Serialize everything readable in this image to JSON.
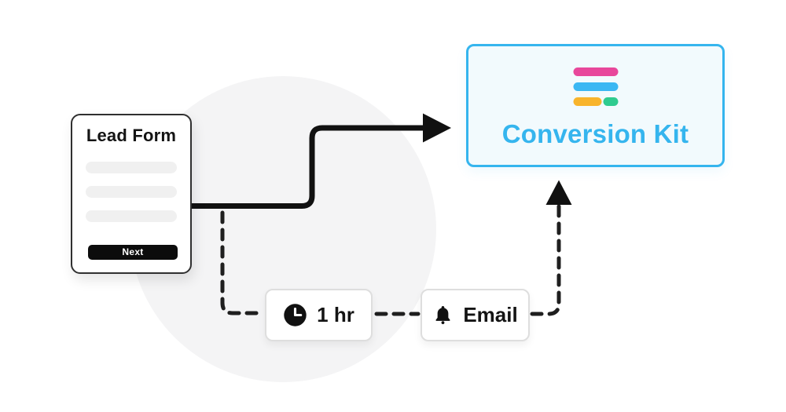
{
  "illustration": {
    "background": {
      "page_color": "#ffffff",
      "circle_color": "#f4f4f5"
    },
    "lead_form": {
      "title": "Lead Form",
      "button_label": "Next",
      "field_placeholder_count": 3
    },
    "delay_node": {
      "label": "1 hr",
      "icon": "clock-icon"
    },
    "email_node": {
      "label": "Email",
      "icon": "bell-icon"
    },
    "conversion_kit": {
      "title": "Conversion Kit",
      "accent_color": "#35b5ee",
      "background_color": "#f2fafd",
      "border_color": "#35b5ee",
      "logo_bar_colors": [
        "#e8479b",
        "#3bb7f3",
        "#f8b42c",
        "#2fcb8f"
      ]
    },
    "flows": [
      {
        "from": "lead_form",
        "to": "conversion_kit",
        "style": "solid-arrow"
      },
      {
        "from": "lead_form",
        "to": "delay_node",
        "style": "dashed"
      },
      {
        "from": "delay_node",
        "to": "email_node",
        "style": "dashed"
      },
      {
        "from": "email_node",
        "to": "conversion_kit",
        "style": "dashed-arrow"
      }
    ]
  }
}
